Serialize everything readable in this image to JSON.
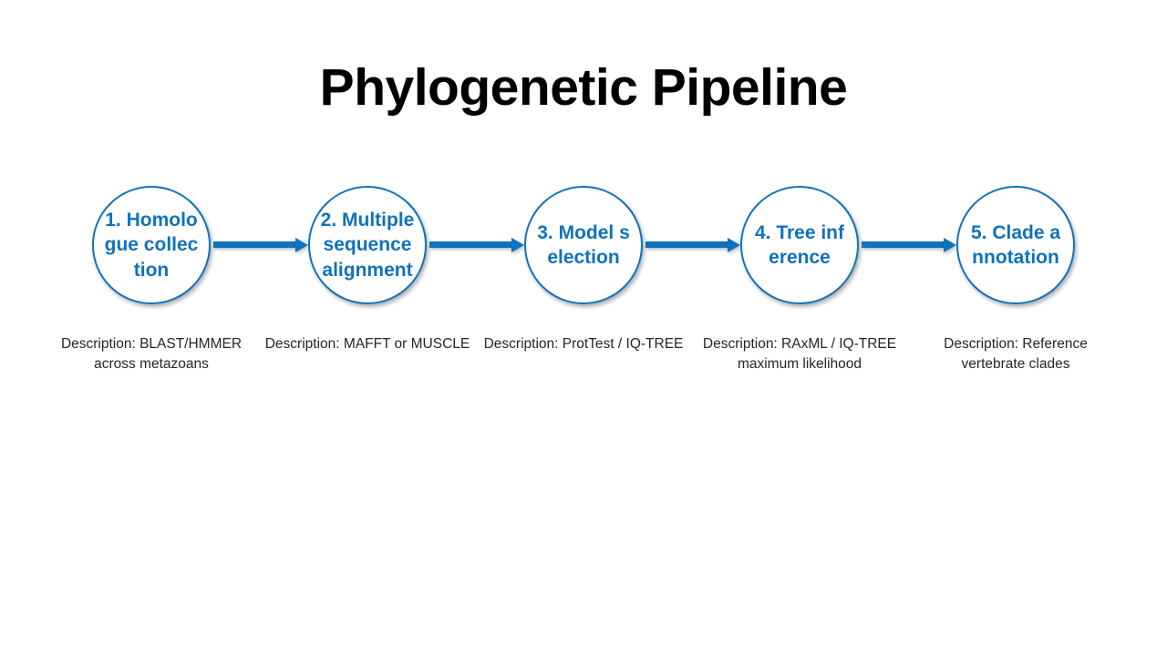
{
  "slide": {
    "title": "Phylogenetic Pipeline",
    "accent_color": "#1072BC",
    "background_color": "#FFFFFF",
    "title_color": "#000000",
    "description_color": "#262626"
  },
  "pipeline": {
    "steps": [
      {
        "label": "1. Homologue collection",
        "description": "Description: BLAST/HMMER across metazoans"
      },
      {
        "label": "2. Multiple sequence alignment",
        "description": "Description: MAFFT or MUSCLE"
      },
      {
        "label": "3. Model selection",
        "description": "Description: ProtTest / IQ-TREE"
      },
      {
        "label": "4. Tree inference",
        "description": "Description: RAxML / IQ-TREE maximum likelihood"
      },
      {
        "label": "5. Clade annotation",
        "description": "Description: Reference vertebrate clades"
      }
    ],
    "connectors": [
      {
        "name": "arrow-1-to-2"
      },
      {
        "name": "arrow-2-to-3"
      },
      {
        "name": "arrow-3-to-4"
      },
      {
        "name": "arrow-4-to-5"
      }
    ]
  }
}
